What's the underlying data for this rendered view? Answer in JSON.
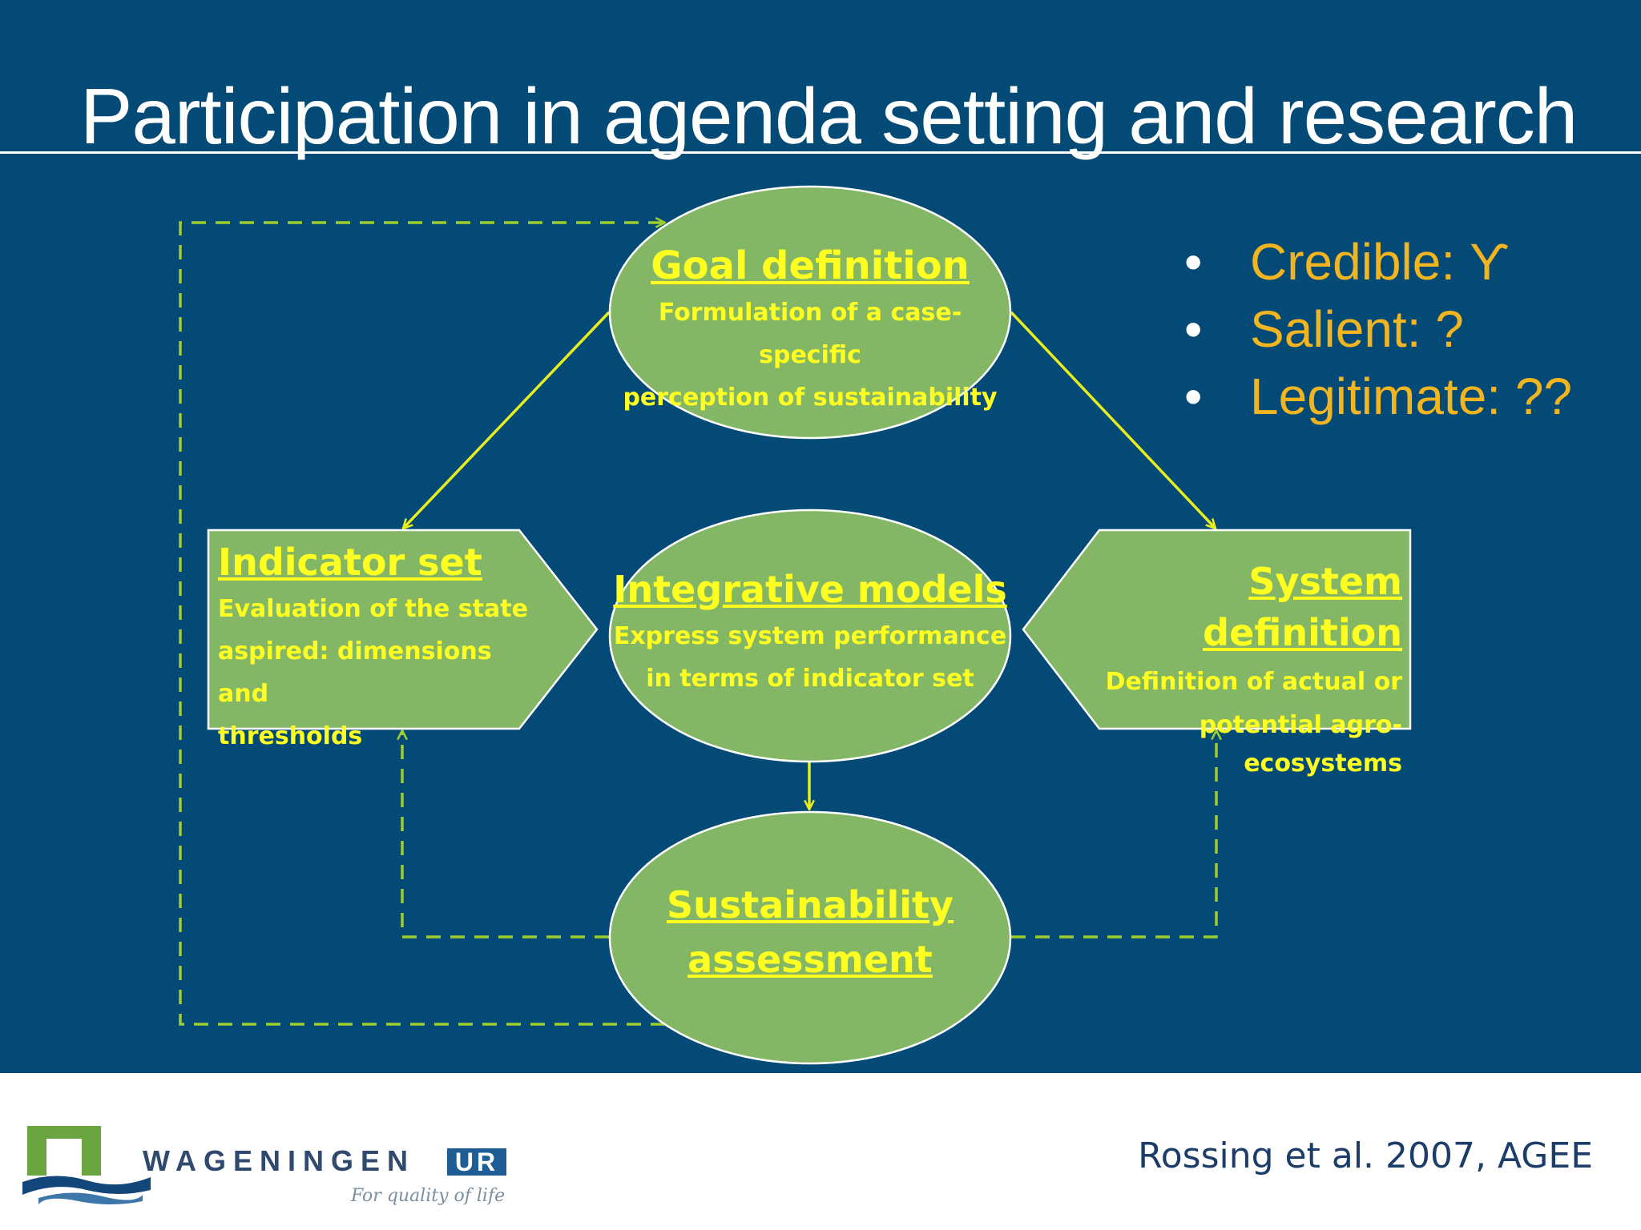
{
  "slide": {
    "title": "Participation in agenda setting and research",
    "citation": "Rossing et al. 2007, AGEE"
  },
  "diagram": {
    "goal": {
      "title": "Goal definition",
      "body": [
        "Formulation of a case-specific",
        "perception of sustainability"
      ]
    },
    "indicator": {
      "title": "Indicator set",
      "body": [
        "Evaluation of the state",
        "aspired: dimensions and",
        "thresholds"
      ]
    },
    "models": {
      "title": "Integrative models",
      "body": [
        "Express system performance",
        "in terms of indicator set"
      ]
    },
    "system": {
      "title": "System definition",
      "body": [
        "Definition of actual or",
        "potential agro-ecosystems"
      ]
    },
    "assessment": {
      "title": [
        "Sustainability",
        "assessment"
      ]
    }
  },
  "bullets": [
    {
      "label": "Credible:",
      "value": "ϒ"
    },
    {
      "label": "Salient:",
      "value": "?"
    },
    {
      "label": "Legitimate:",
      "value": "??"
    }
  ],
  "logo": {
    "name_left": "WAGENINGEN",
    "name_right": "UR",
    "tagline": "For quality of life"
  },
  "colors": {
    "background": "#034a77",
    "node_fill": "#84b765",
    "node_text": "#ffff22",
    "solid_arrow": "#e8ee1e",
    "dashed_arrow": "#9dcd2f",
    "bullet_text": "#f2b41f"
  }
}
